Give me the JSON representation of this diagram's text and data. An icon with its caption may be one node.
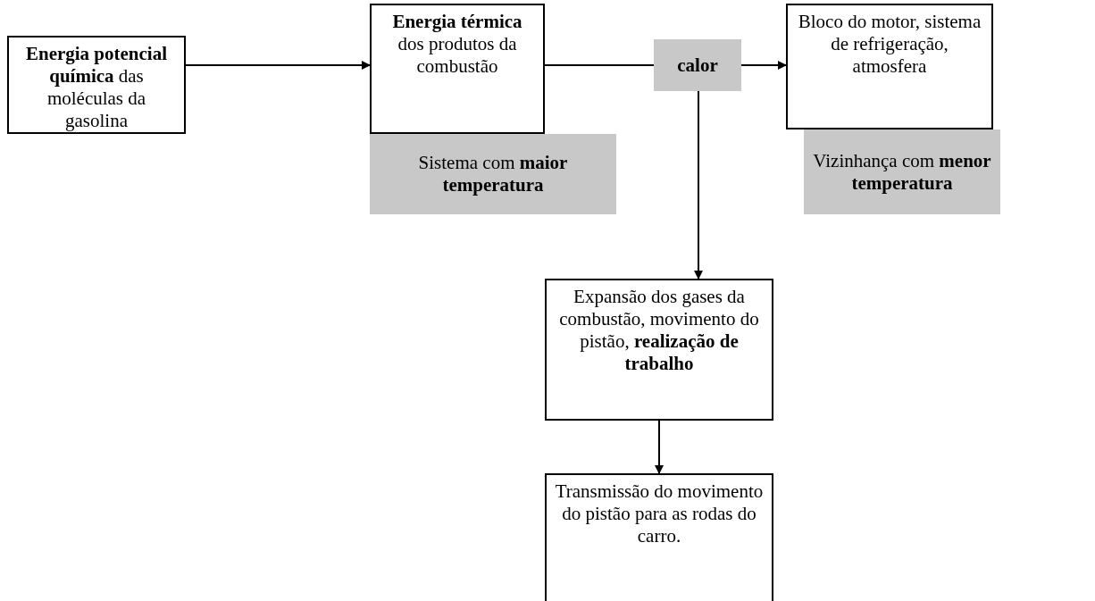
{
  "diagram": {
    "nodes": [
      {
        "text": [
          "**Energia potencial química** das moléculas da gasolina"
        ]
      },
      {
        "text": [
          "**Energia térmica** dos produtos da combustão"
        ]
      },
      {
        "text": [
          "Sistema com **maior temperatura**"
        ]
      },
      {
        "text": [
          "calor"
        ]
      },
      {
        "text": [
          "Bloco do motor, sistema de refrigeração, atmosfera"
        ]
      },
      {
        "text": [
          "Vizinhança com **menor temperatura**"
        ]
      },
      {
        "text": [
          "Expansão dos gases da combustão, movimento do pistão, **realização de trabalho**"
        ]
      },
      {
        "text": [
          "Transmissão do movimento do pistão para as rodas do carro."
        ]
      }
    ],
    "edges": [
      {
        "from": 0,
        "to": 1,
        "arrow": "to"
      },
      {
        "from": 1,
        "to": 3,
        "arrow": "none"
      },
      {
        "from": 3,
        "to": 4,
        "arrow": "to"
      },
      {
        "from": 3,
        "to": 6,
        "arrow": "to"
      },
      {
        "from": 6,
        "to": 7,
        "arrow": "to"
      }
    ]
  }
}
